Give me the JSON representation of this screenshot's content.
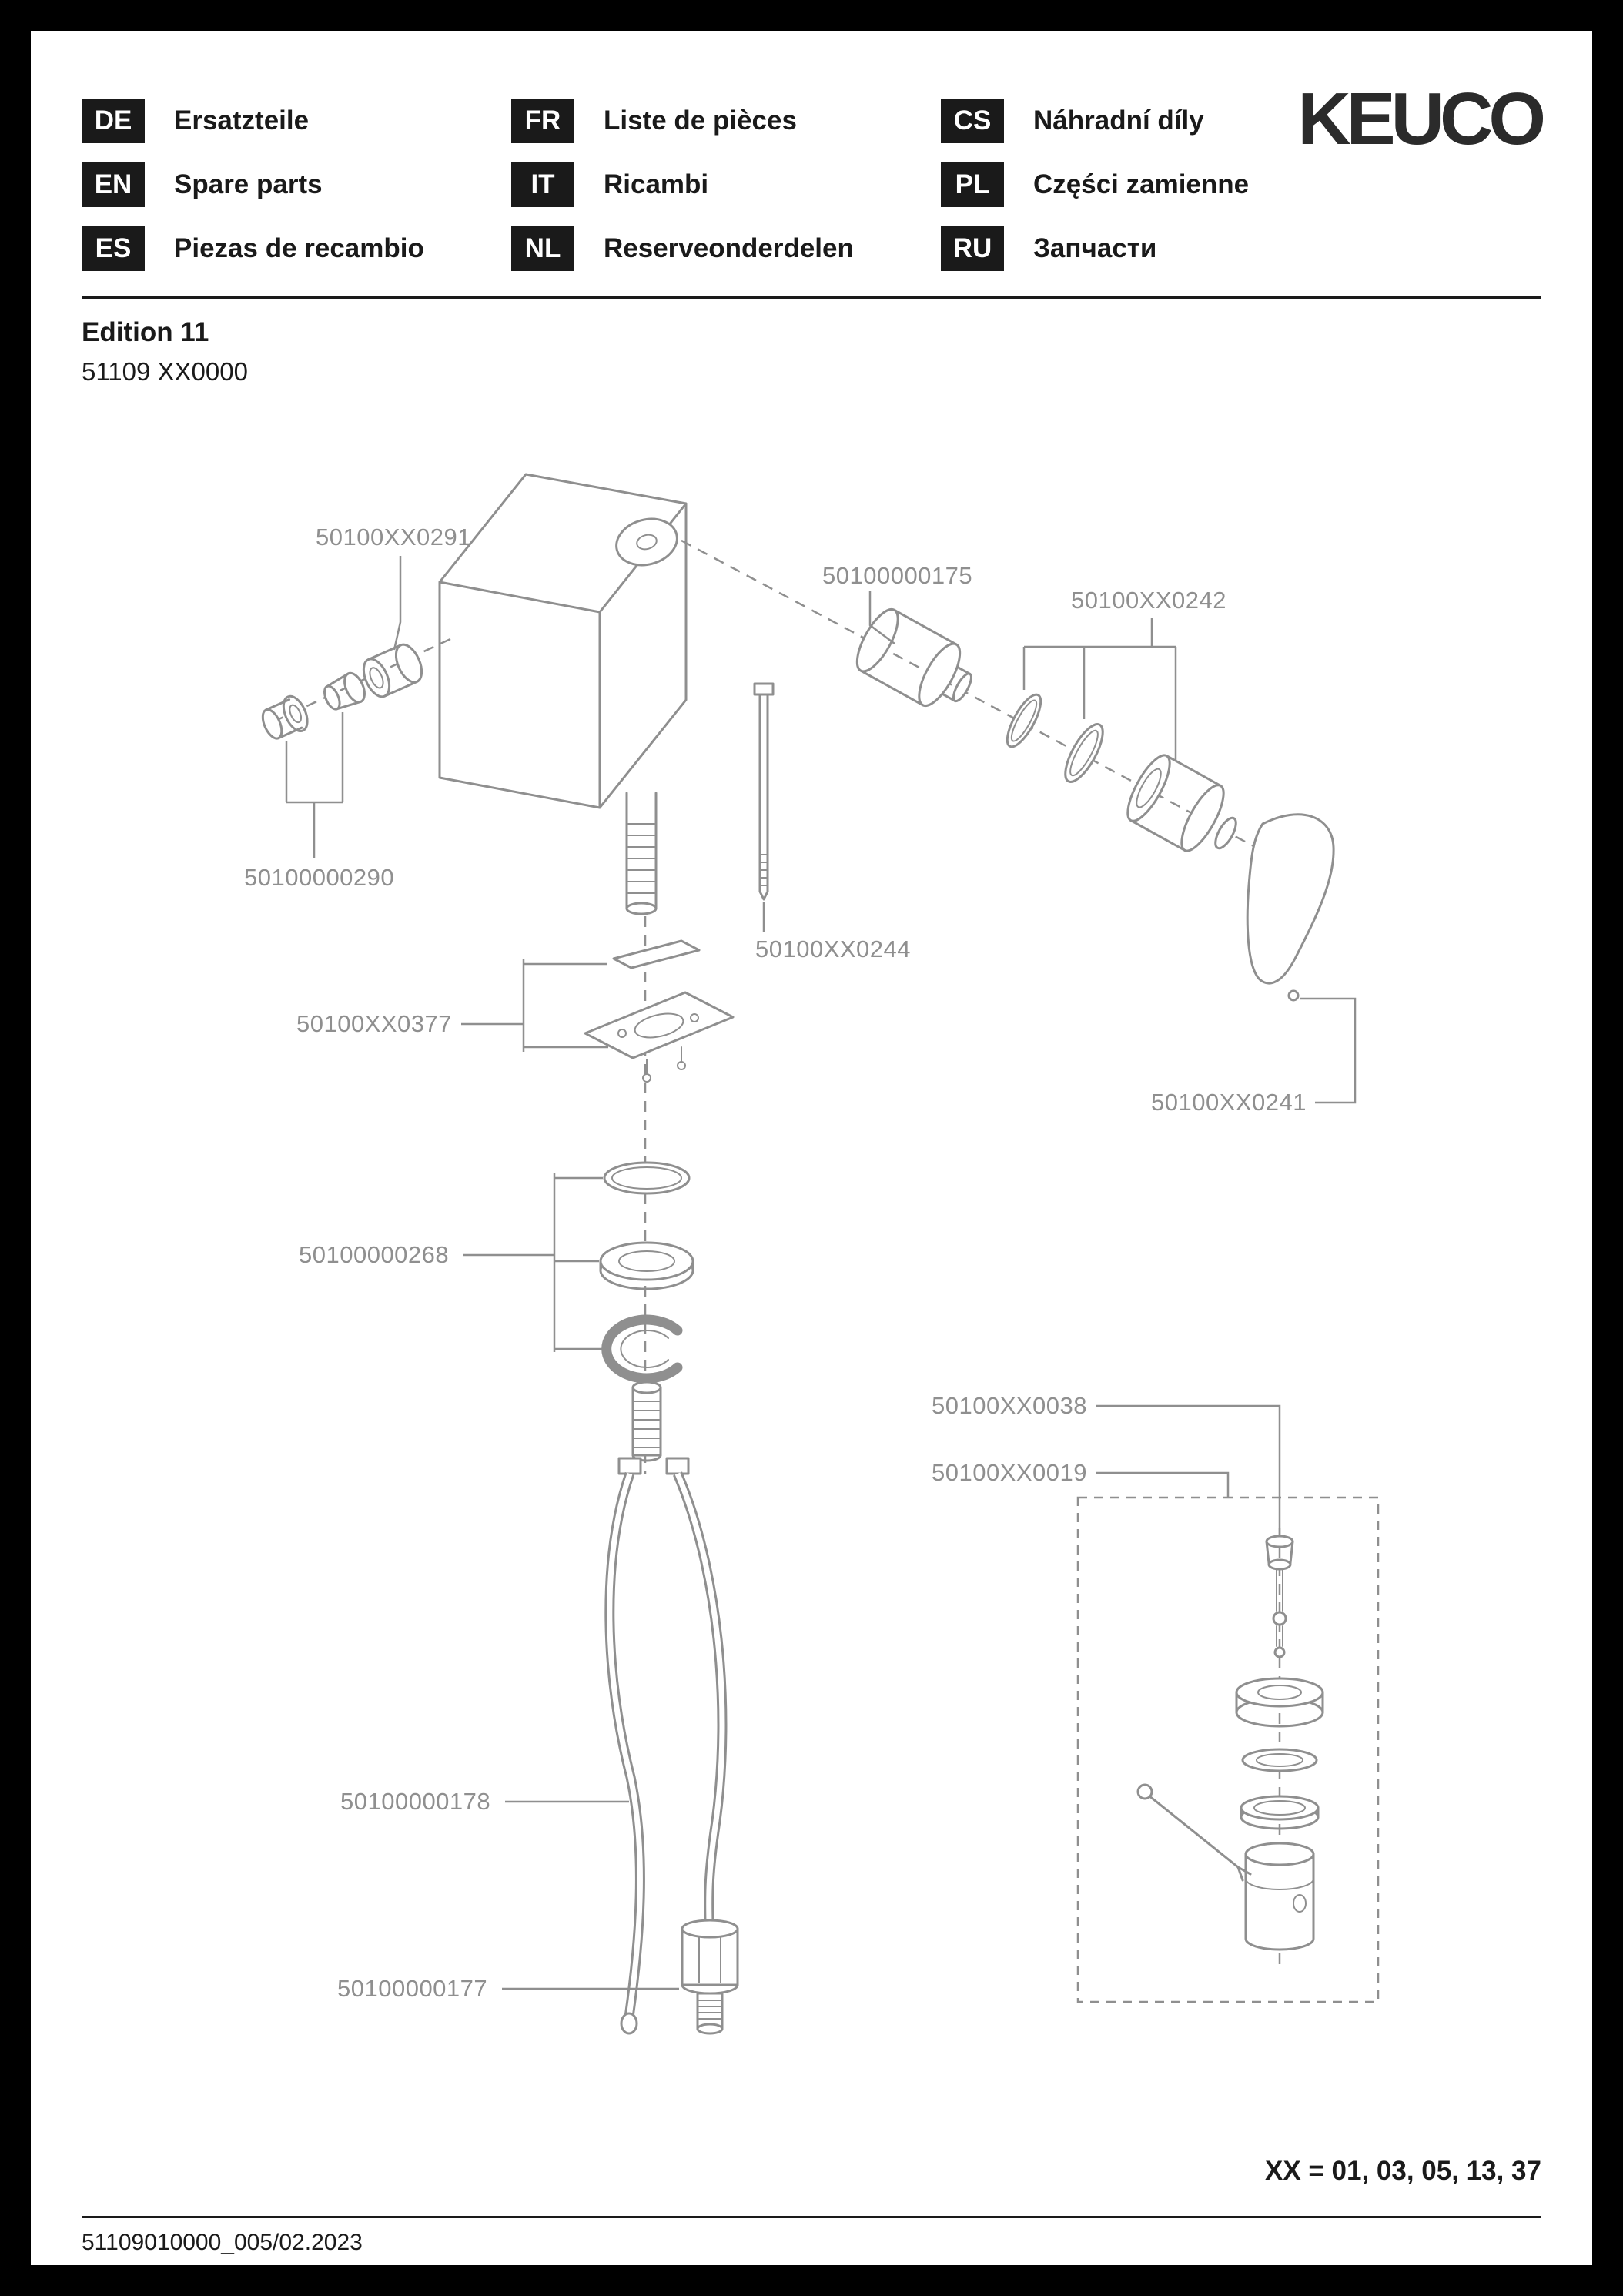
{
  "header": {
    "brand": "KEUCO",
    "languages": [
      {
        "code": "DE",
        "label": "Ersatzteile"
      },
      {
        "code": "EN",
        "label": "Spare parts"
      },
      {
        "code": "ES",
        "label": "Piezas de recambio"
      },
      {
        "code": "FR",
        "label": "Liste de pièces"
      },
      {
        "code": "IT",
        "label": "Ricambi"
      },
      {
        "code": "NL",
        "label": "Reserveonderdelen"
      },
      {
        "code": "CS",
        "label": "Náhradní díly"
      },
      {
        "code": "PL",
        "label": "Części zamienne"
      },
      {
        "code": "RU",
        "label": "Запчасти"
      }
    ]
  },
  "title": {
    "edition": "Edition 11",
    "model": "51109 XX0000"
  },
  "parts": [
    {
      "number": "50100XX0291"
    },
    {
      "number": "50100000175"
    },
    {
      "number": "50100XX0242"
    },
    {
      "number": "50100000290"
    },
    {
      "number": "50100XX0244"
    },
    {
      "number": "50100XX0377"
    },
    {
      "number": "50100XX0241"
    },
    {
      "number": "50100000268"
    },
    {
      "number": "50100XX0038"
    },
    {
      "number": "50100XX0019"
    },
    {
      "number": "50100000178"
    },
    {
      "number": "50100000177"
    }
  ],
  "footer": {
    "variant_note": "XX = 01, 03, 05, 13, 37",
    "doc_number": "51109010000_005/02.2023"
  },
  "colors": {
    "line": "#8f8f8f",
    "text": "#1a1a1a",
    "page": "#ffffff",
    "frame": "#000000"
  }
}
